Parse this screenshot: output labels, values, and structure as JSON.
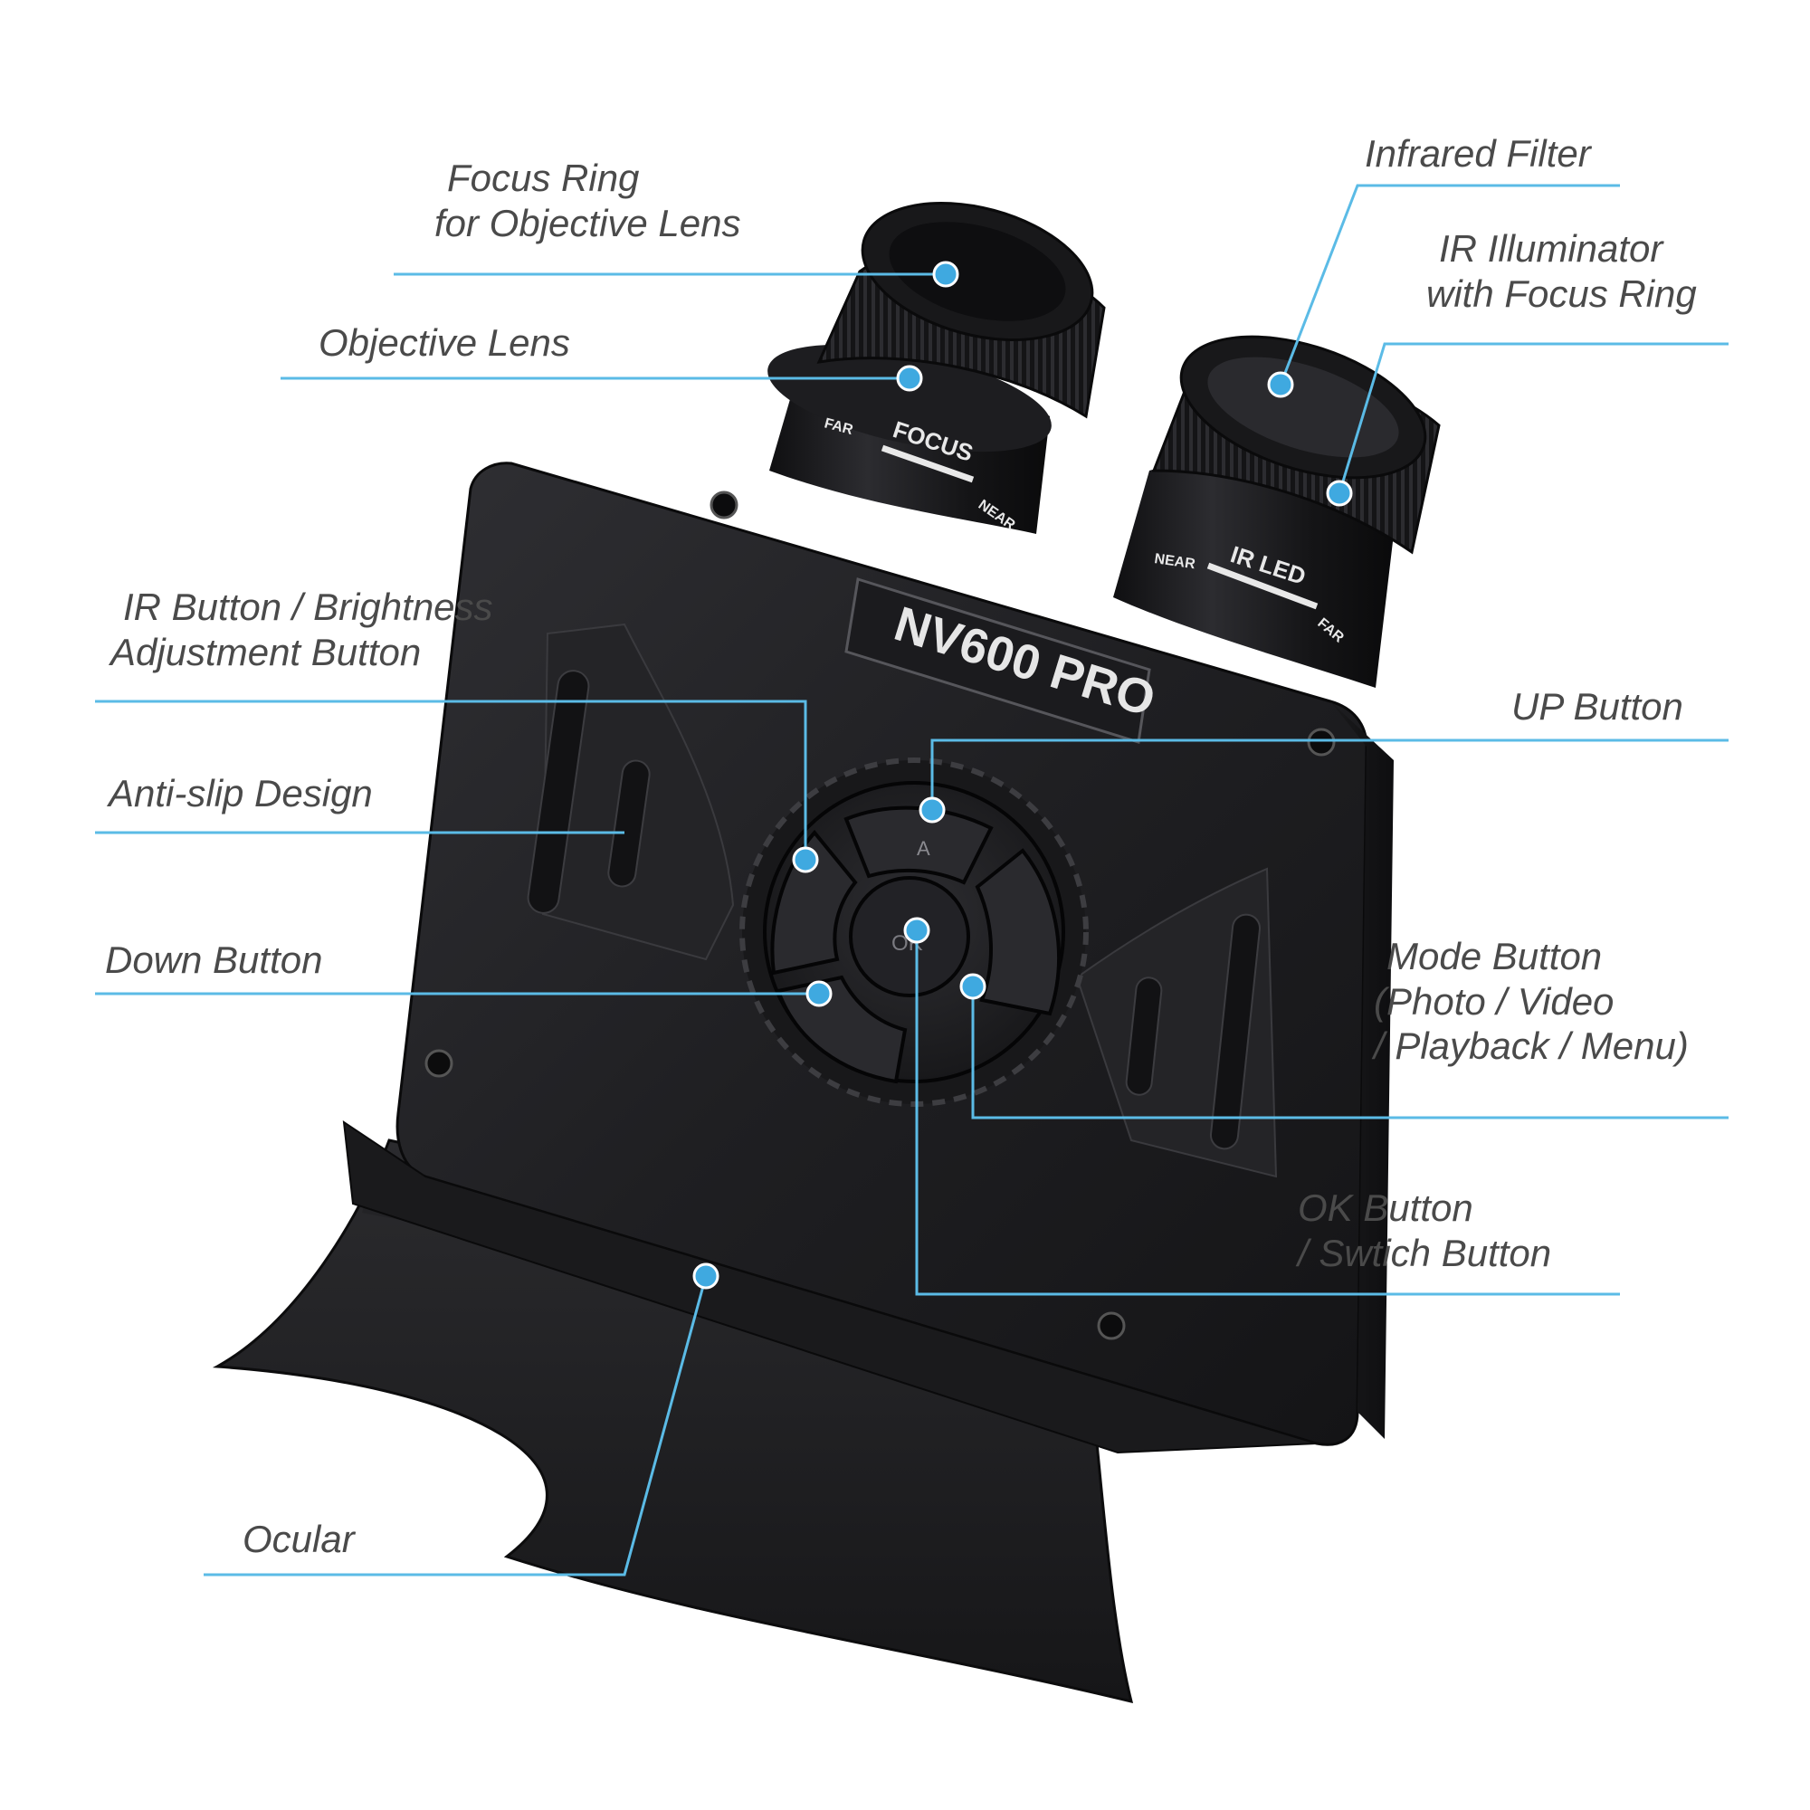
{
  "product": {
    "model_name": "NV600 PRO",
    "focus_marking": "FOCUS",
    "irled_marking": "IR LED",
    "far_marking": "FAR",
    "near_marking": "NEAR",
    "ok_marking": "OK",
    "up_marking": "A"
  },
  "callouts": {
    "focus_ring": {
      "line1": "Focus Ring",
      "line2": "for Objective Lens"
    },
    "objective_lens": {
      "line1": "Objective Lens"
    },
    "ir_button": {
      "line1": "IR Button   / Brightness",
      "line2": "Adjustment Button"
    },
    "anti_slip": {
      "line1": "Anti-slip Design"
    },
    "down_button": {
      "line1": "Down Button"
    },
    "ocular": {
      "line1": "Ocular"
    },
    "infrared_filter": {
      "line1": "Infrared Filter"
    },
    "ir_illuminator": {
      "line1": "IR Illuminator",
      "line2": "with Focus Ring"
    },
    "up_button": {
      "line1": "UP Button"
    },
    "mode_button": {
      "line1": "Mode Button",
      "line2": "(Photo / Video",
      "line3": "/ Playback / Menu)"
    },
    "ok_button": {
      "line1": "OK Button",
      "line2": "/ Swtich Button"
    }
  },
  "colors": {
    "leader_line": "#5bbbe6",
    "dot": "#3fa9e0",
    "label_text": "#4a4a4a",
    "body_dark": "#1b1b1d",
    "body_mid": "#2a2a2d",
    "body_light": "#3a3a3e"
  }
}
